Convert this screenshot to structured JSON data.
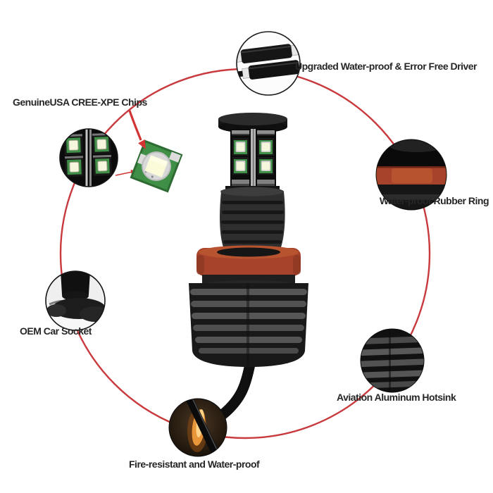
{
  "callouts": {
    "driver": {
      "label": "Upgraded Water-proof & Error Free Driver"
    },
    "chips": {
      "label": "GenuineUSA CREE-XPE Chips"
    },
    "rubber_ring": {
      "label": "Water-proof Rubber Ring"
    },
    "socket": {
      "label": "OEM Car Socket"
    },
    "hotsink": {
      "label": "Aviation Aluminum Hotsink"
    },
    "fire": {
      "label": "Fire-resistant and Water-proof"
    }
  },
  "colors": {
    "background": "#ffffff",
    "ring_red": "#c93a3f",
    "arrow_red": "#d23434",
    "label_text": "#262626",
    "rubber_orange": "#a7432b",
    "pcb_green": "#3f8f46",
    "led_white": "#f6f6dc",
    "flame_orange": "#e8963a"
  }
}
